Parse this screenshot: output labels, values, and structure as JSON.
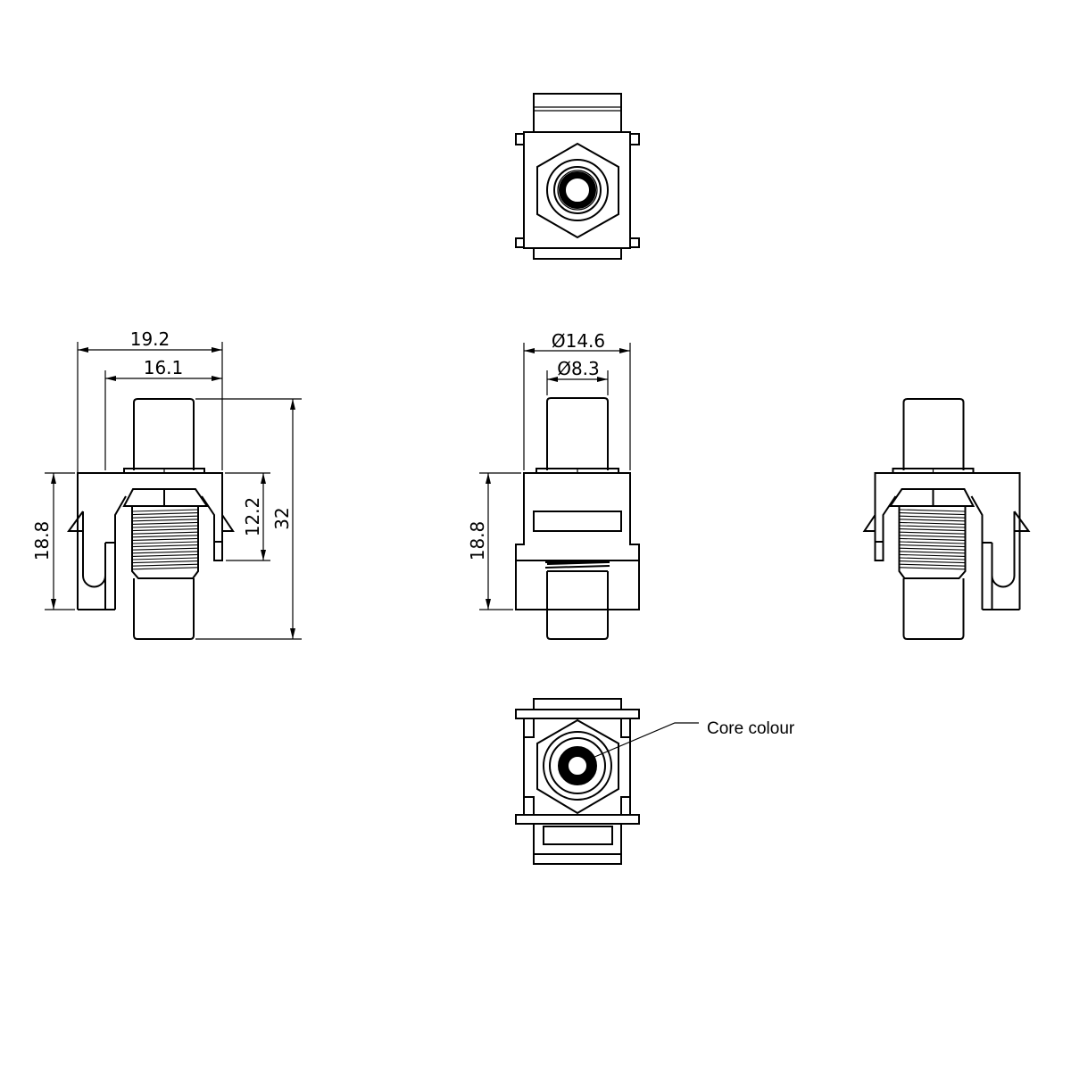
{
  "drawing": {
    "side_view_left": {
      "dim_overall_width": "19.2",
      "dim_housing_width": "16.1",
      "dim_housing_height": "18.8",
      "dim_panel_thickness": "12.2",
      "dim_total_length": "32"
    },
    "front_section_view": {
      "dim_outer_diameter": "Ø14.6",
      "dim_pin_diameter": "Ø8.3",
      "dim_housing_height": "18.8"
    },
    "rear_view": {
      "callout": "Core colour"
    },
    "colors": {
      "line": "#000000",
      "core": "#000000",
      "background": "#ffffff"
    }
  }
}
